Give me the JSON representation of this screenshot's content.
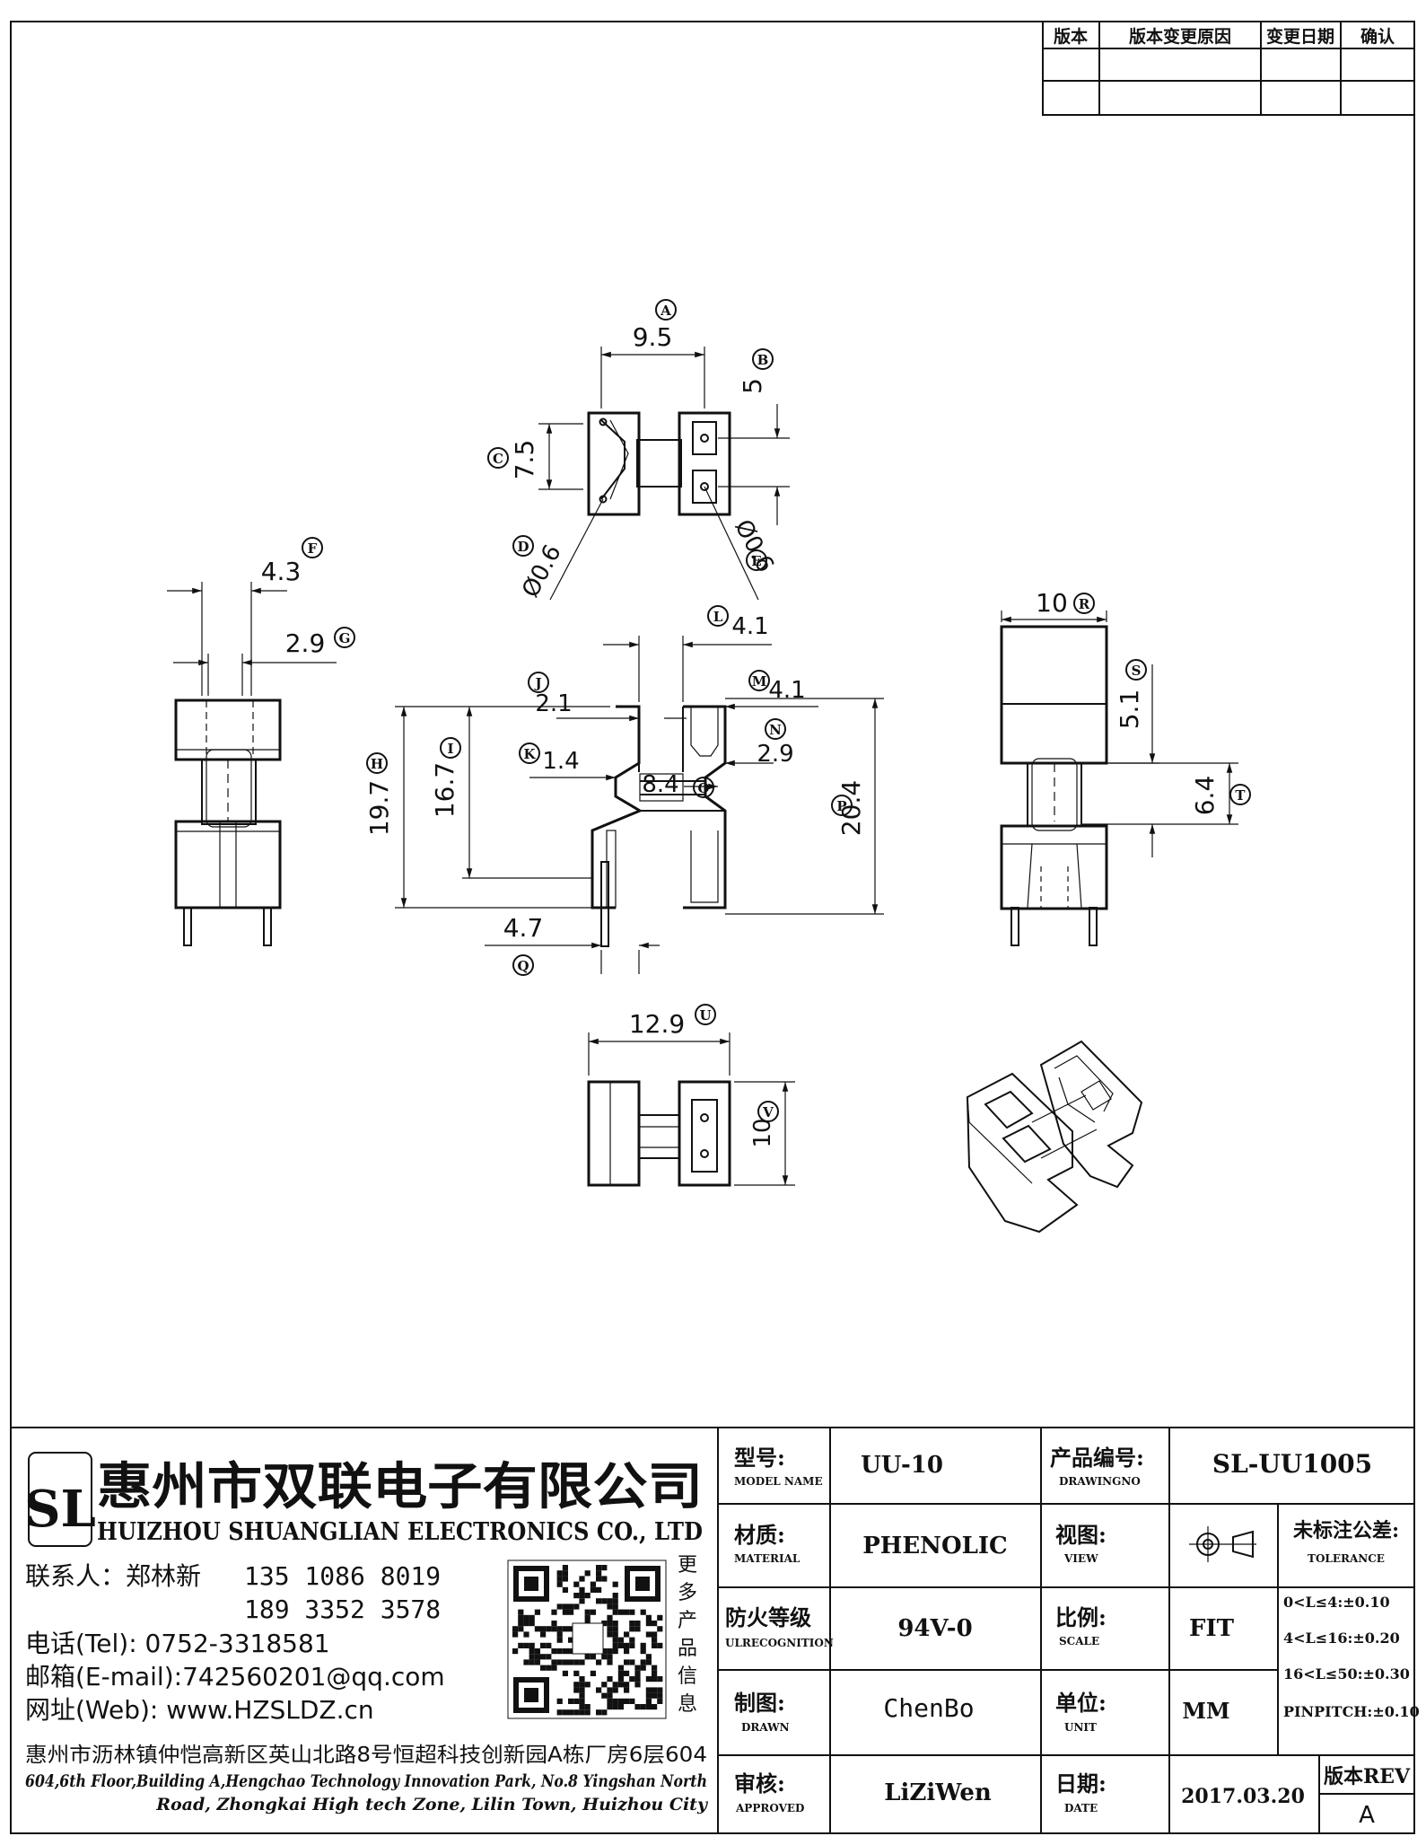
{
  "revision_table": {
    "headers": [
      "版本",
      "版本变更原因",
      "变更日期",
      "确认"
    ]
  },
  "dimensions": {
    "A": {
      "letter": "A",
      "value": "9.5"
    },
    "B": {
      "letter": "B",
      "value": "5"
    },
    "C": {
      "letter": "C",
      "value": "7.5"
    },
    "D": {
      "letter": "D",
      "value": "Ø0.6"
    },
    "E": {
      "letter": "E",
      "value": "Ø0.6"
    },
    "F": {
      "letter": "F",
      "value": "4.3"
    },
    "G": {
      "letter": "G",
      "value": "2.9"
    },
    "H": {
      "letter": "H",
      "value": "19.7"
    },
    "I": {
      "letter": "I",
      "value": "16.7"
    },
    "J": {
      "letter": "J",
      "value": "2.1"
    },
    "K": {
      "letter": "K",
      "value": "1.4"
    },
    "L": {
      "letter": "L",
      "value": "4.1"
    },
    "M": {
      "letter": "M",
      "value": "4.1"
    },
    "N": {
      "letter": "N",
      "value": "2.9"
    },
    "O": {
      "letter": "O",
      "value": "8.4"
    },
    "P": {
      "letter": "P",
      "value": "20.4"
    },
    "Q": {
      "letter": "Q",
      "value": "4.7"
    },
    "R": {
      "letter": "R",
      "value": "10"
    },
    "S": {
      "letter": "S",
      "value": "5.1"
    },
    "T": {
      "letter": "T",
      "value": "6.4"
    },
    "U": {
      "letter": "U",
      "value": "12.9"
    },
    "V": {
      "letter": "V",
      "value": "10"
    }
  },
  "company": {
    "logo_letters": "SL",
    "name_cn": "惠州市双联电子有限公司",
    "name_en": "HUIZHOU SHUANGLIAN ELECTRONICS CO., LTD",
    "contact_label": "联系人：郑林新",
    "phone1": "135 1086 8019",
    "phone2": "189 3352 3578",
    "tel": "电话(Tel): 0752-3318581",
    "email": "邮箱(E-mail):742560201@qq.com",
    "web": "网址(Web): www.HZSLDZ.cn",
    "qr_caption": [
      "更",
      "多",
      "产",
      "品",
      "信",
      "息"
    ],
    "address_cn": "惠州市沥林镇仲恺高新区英山北路8号恒超科技创新园A栋厂房6层604",
    "address_en_1": "604,6th Floor,Building A,Hengchao Technology Innovation Park, No.8 Yingshan North",
    "address_en_2": "Road, Zhongkai High tech Zone, Lilin Town, Huizhou City"
  },
  "title_block": {
    "model_label": "型号:",
    "model_label_en": "MODEL NAME",
    "model_value": "UU-10",
    "drawing_no_label": "产品编号:",
    "drawing_no_label_en": "DRAWINGNO",
    "drawing_no_value": "SL-UU1005",
    "material_label": "材质:",
    "material_label_en": "MATERIAL",
    "material_value": "PHENOLIC",
    "view_label": "视图:",
    "view_label_en": "VIEW",
    "tolerance_label": "未标注公差:",
    "tolerance_label_en": "TOLERANCE",
    "tolerances": [
      "0<L≤4:±0.10",
      "4<L≤16:±0.20",
      "16<L≤50:±0.30",
      "PINPITCH:±0.10"
    ],
    "fire_label": "防火等级",
    "fire_label_en": "ULRECOGNITION",
    "fire_value": "94V-0",
    "scale_label": "比例:",
    "scale_label_en": "SCALE",
    "scale_value": "FIT",
    "drawn_label": "制图:",
    "drawn_label_en": "DRAWN",
    "drawn_value": "ChenBo",
    "unit_label": "单位:",
    "unit_label_en": "UNIT",
    "unit_value": "MM",
    "approved_label": "审核:",
    "approved_label_en": "APPROVED",
    "approved_value": "LiZiWen",
    "date_label": "日期:",
    "date_label_en": "DATE",
    "date_value": "2017.03.20",
    "rev_label": "版本REV",
    "rev_value": "A"
  }
}
